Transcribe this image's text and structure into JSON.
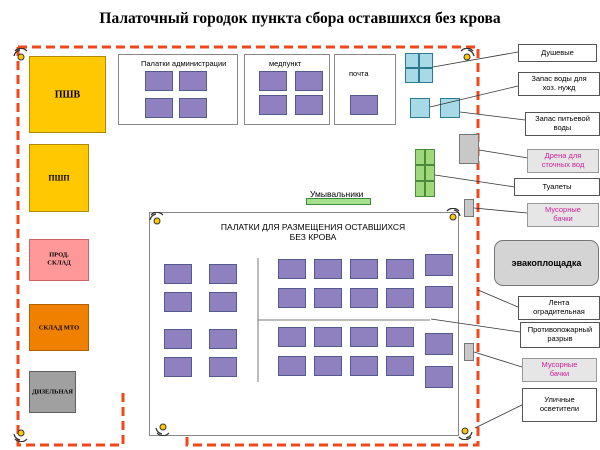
{
  "title": "Палаточный городок пункта сбора оставшихся без крова",
  "left_buildings": [
    {
      "key": "pshv",
      "label": "ПШВ"
    },
    {
      "key": "psh",
      "label": "ПШП"
    },
    {
      "key": "prod",
      "label": "ПРОД.\nСКЛАД"
    },
    {
      "key": "mto",
      "label": "СКЛАД  МТО"
    },
    {
      "key": "diesel",
      "label": "ДИЗЕЛЬНАЯ"
    }
  ],
  "top_frames": {
    "admin": "Палатки  администрации",
    "med": "медпункт",
    "post": "почта"
  },
  "washstands": "Умывальники",
  "main_area": {
    "label_line1": "ПАЛАТКИ  ДЛЯ РАЗМЕЩЕНИЯ  ОСТАВШИХСЯ",
    "label_line2": "БЕЗ  КРОВА"
  },
  "evac": "эвакоплощадка",
  "callouts": {
    "showers": "Душевые",
    "water_household": "Запас воды для\nхоз.  нужд",
    "water_drinking": "Запас питьевой\nводы",
    "drainage": "Дрена для\nсточных вод",
    "toilets": "Туалеты",
    "trash_top": "Мусорные\nбачки",
    "fence": "Лента\nоградительная",
    "firebreak": "Противопожарный\nразрыв",
    "trash_bottom": "Мусорные\nбачки",
    "lights": "Уличные\nосветители"
  },
  "colors": {
    "fence": "#f04818",
    "tent": "#8f80c0",
    "callout_gray_text": "#d0209a"
  }
}
